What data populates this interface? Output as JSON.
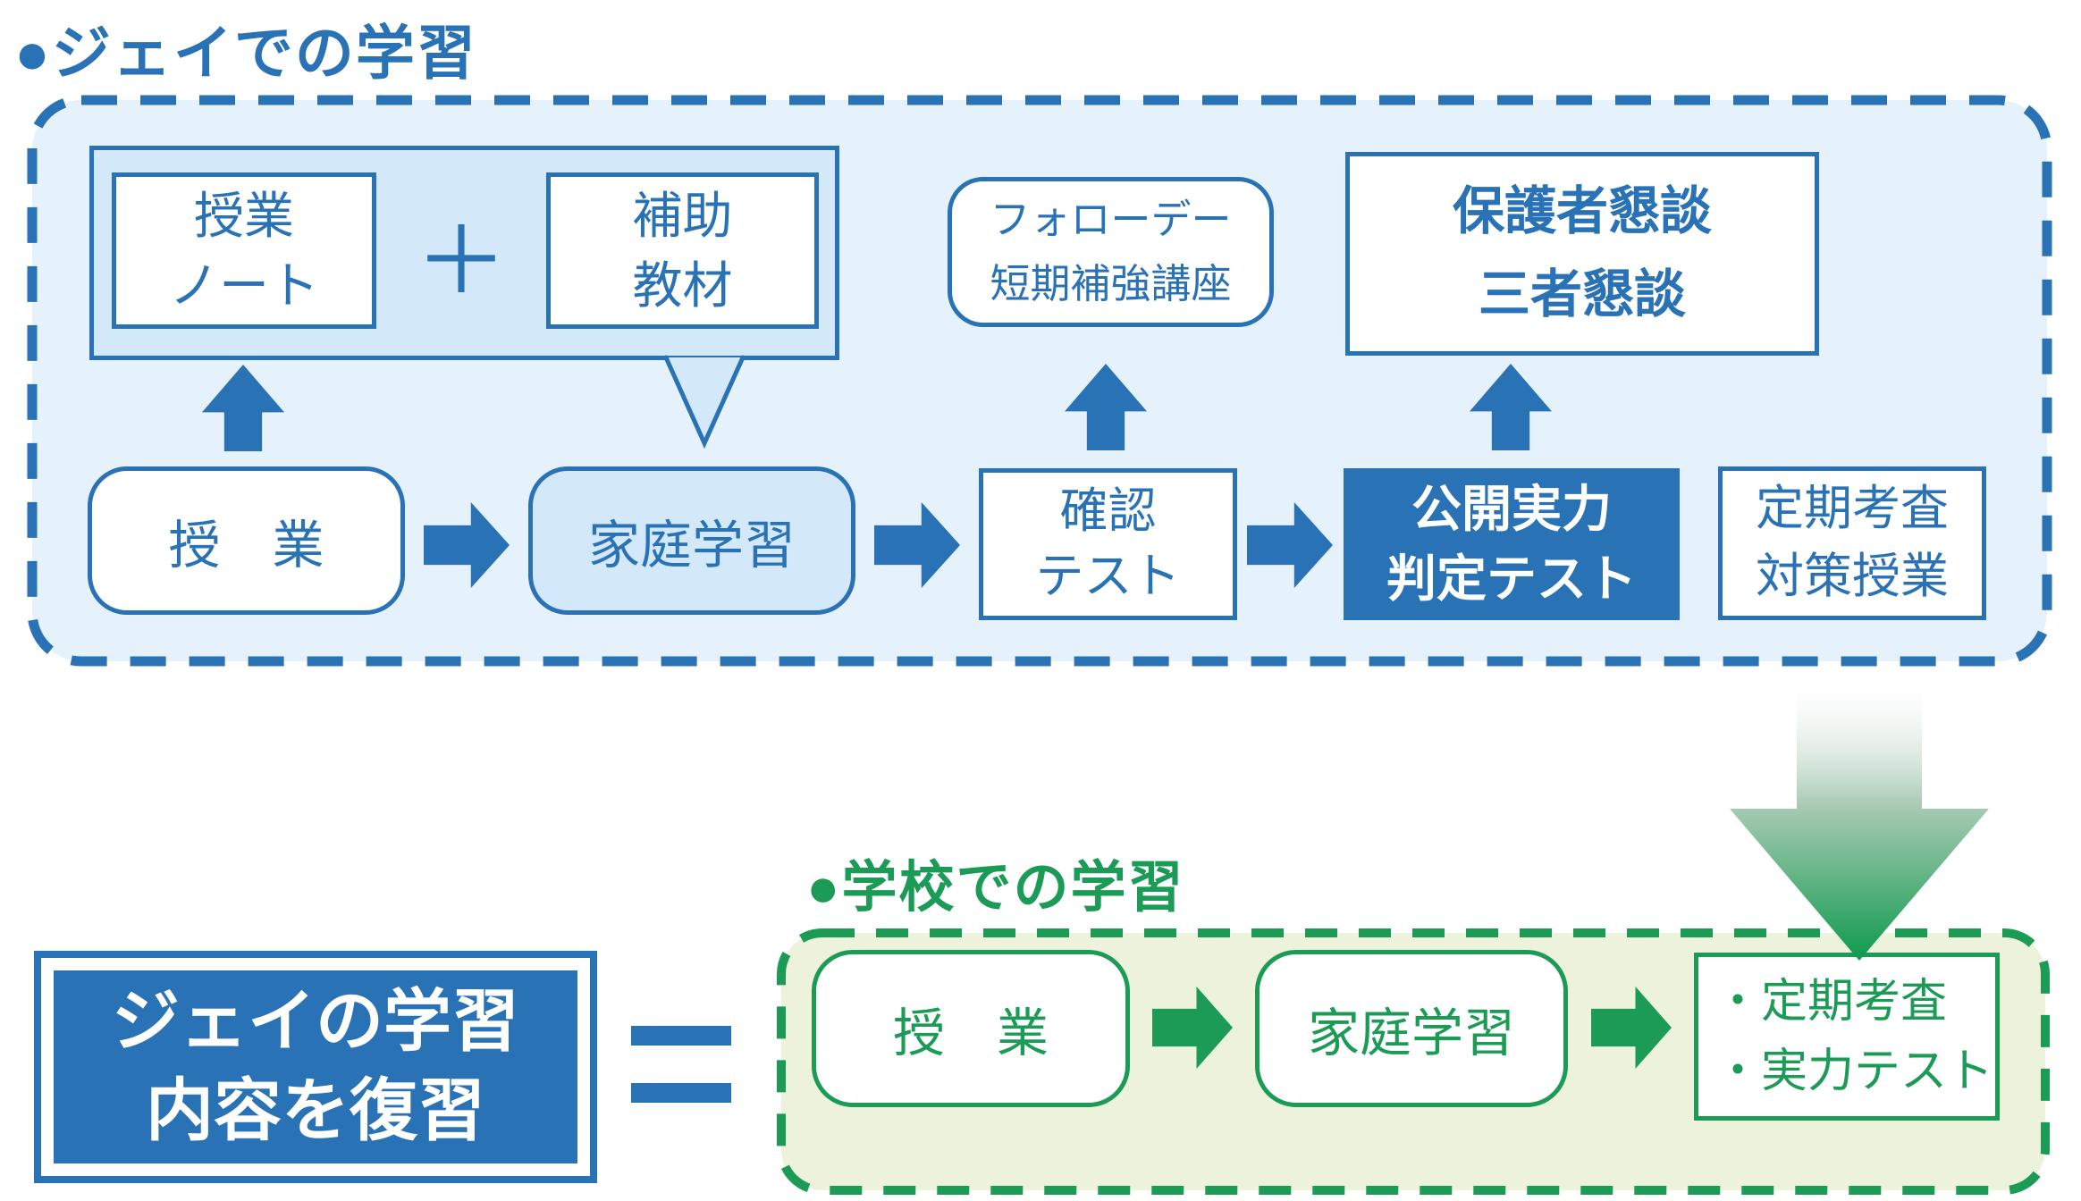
{
  "colors": {
    "blue": "#2a72b6",
    "blue-fill-light": "#e5f1fb",
    "blue-fill-mid": "#d3e8f8",
    "green": "#1b9b56",
    "green-fill": "#edf2da",
    "white": "#ffffff"
  },
  "jay": {
    "title": "●ジェイでの学習",
    "note_box_l1": "授業",
    "note_box_l2": "ノート",
    "plus": "＋",
    "hojo_box_l1": "補助",
    "hojo_box_l2": "教材",
    "follow_l1": "フォローデー",
    "follow_l2": "短期補強講座",
    "parents_l1": "保護者懇談",
    "parents_l2": "三者懇談",
    "class_bubble": "授　業",
    "home_bubble": "家庭学習",
    "check_l1": "確認",
    "check_l2": "テスト",
    "public_l1": "公開実力",
    "public_l2": "判定テスト",
    "periodic_l1": "定期考査",
    "periodic_l2": "対策授業"
  },
  "school": {
    "title": "●学校での学習",
    "class_bubble": "授　業",
    "home_bubble": "家庭学習",
    "tests_l1": "・定期考査",
    "tests_l2": "・実力テスト"
  },
  "review": {
    "l1": "ジェイの学習",
    "l2": "内容を復習"
  }
}
